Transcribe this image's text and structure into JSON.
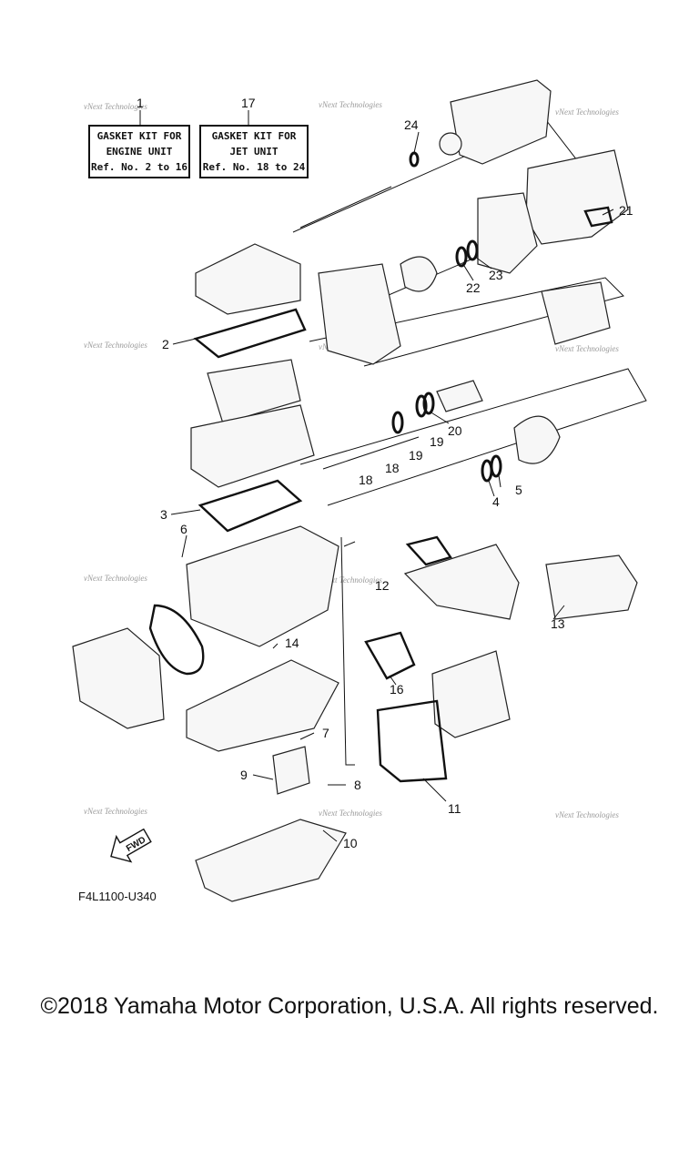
{
  "kit_boxes": [
    {
      "ref": "1",
      "lines": [
        "GASKET KIT FOR",
        "ENGINE UNIT",
        "Ref. No. 2 to 16"
      ]
    },
    {
      "ref": "17",
      "lines": [
        "GASKET KIT FOR",
        "JET UNIT",
        "Ref. No. 18 to 24"
      ]
    }
  ],
  "callouts": [
    "2",
    "3",
    "4",
    "5",
    "6",
    "7",
    "8",
    "9",
    "10",
    "11",
    "12",
    "13",
    "14",
    "16",
    "18",
    "18",
    "19",
    "19",
    "20",
    "21",
    "22",
    "23",
    "24"
  ],
  "watermark": "vNext Technologies",
  "fwd_label": "FWD",
  "diagram_code": "F4L1100-U340",
  "copyright": "©2018 Yamaha Motor Corporation, U.S.A. All rights reserved."
}
